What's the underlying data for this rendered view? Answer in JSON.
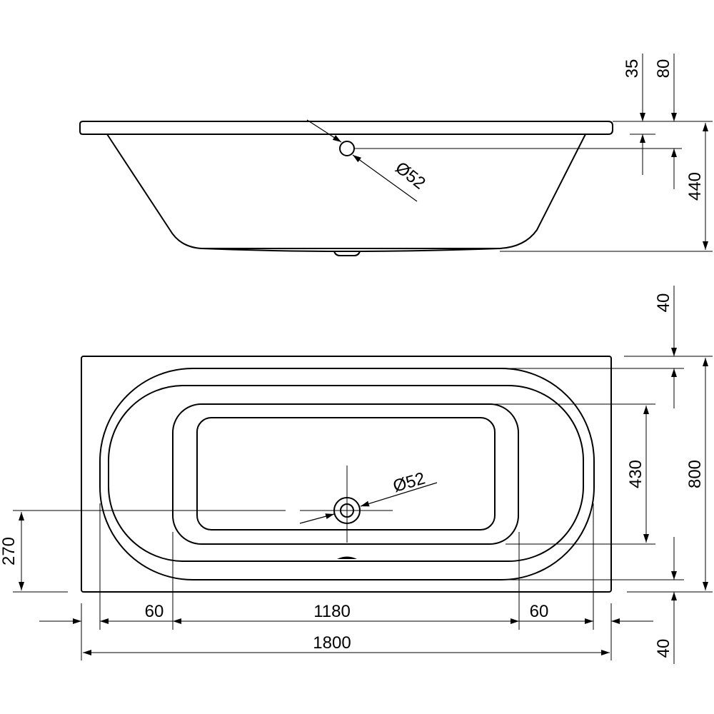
{
  "side_view": {
    "dim_top_left": "35",
    "dim_top_right": "80",
    "dim_height": "440",
    "drain_diameter": "Ø52"
  },
  "top_view": {
    "dim_rim_top": "40",
    "dim_rim_bottom": "40",
    "dim_width": "800",
    "dim_inner_width": "430",
    "dim_drain_offset": "270",
    "drain_diameter": "Ø52",
    "dim_left_margin": "60",
    "dim_inner_length": "1180",
    "dim_right_margin": "60",
    "dim_length": "1800"
  }
}
